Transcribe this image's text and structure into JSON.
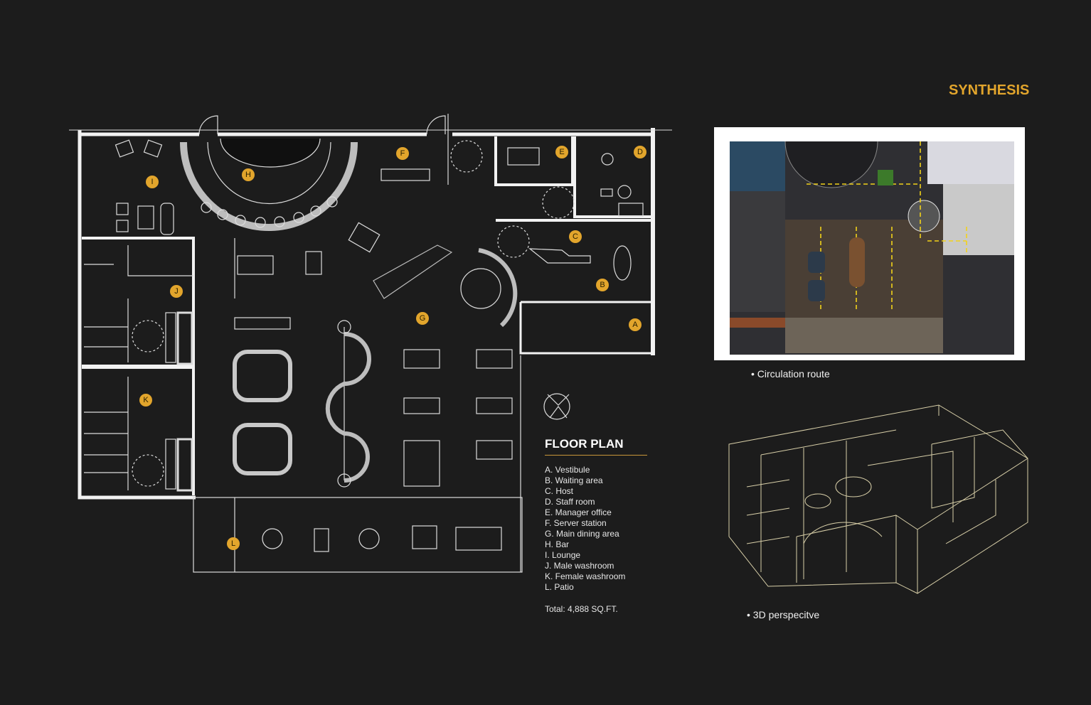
{
  "header": {
    "title": "SYNTHESIS"
  },
  "floor_plan": {
    "title": "FLOOR PLAN",
    "rooms": [
      "A. Vestibule",
      "B.  Waiting area",
      "C. Host",
      "D.  Staff room",
      "E. Manager office",
      "F. Server station",
      "G. Main dining area",
      "H. Bar",
      "I. Lounge",
      "J. Male washroom",
      "K. Female washroom",
      "L. Patio"
    ],
    "total": "Total: 4,888 SQ.FT.",
    "markers": [
      "A",
      "B",
      "C",
      "D",
      "E",
      "F",
      "G",
      "H",
      "I",
      "J",
      "K",
      "L"
    ]
  },
  "circulation": {
    "caption": "• Circulation route"
  },
  "perspective": {
    "caption": "• 3D perspecitve"
  },
  "colors": {
    "accent": "#e2a52c",
    "background": "#1c1c1c",
    "lines": "#d8d8d8"
  }
}
